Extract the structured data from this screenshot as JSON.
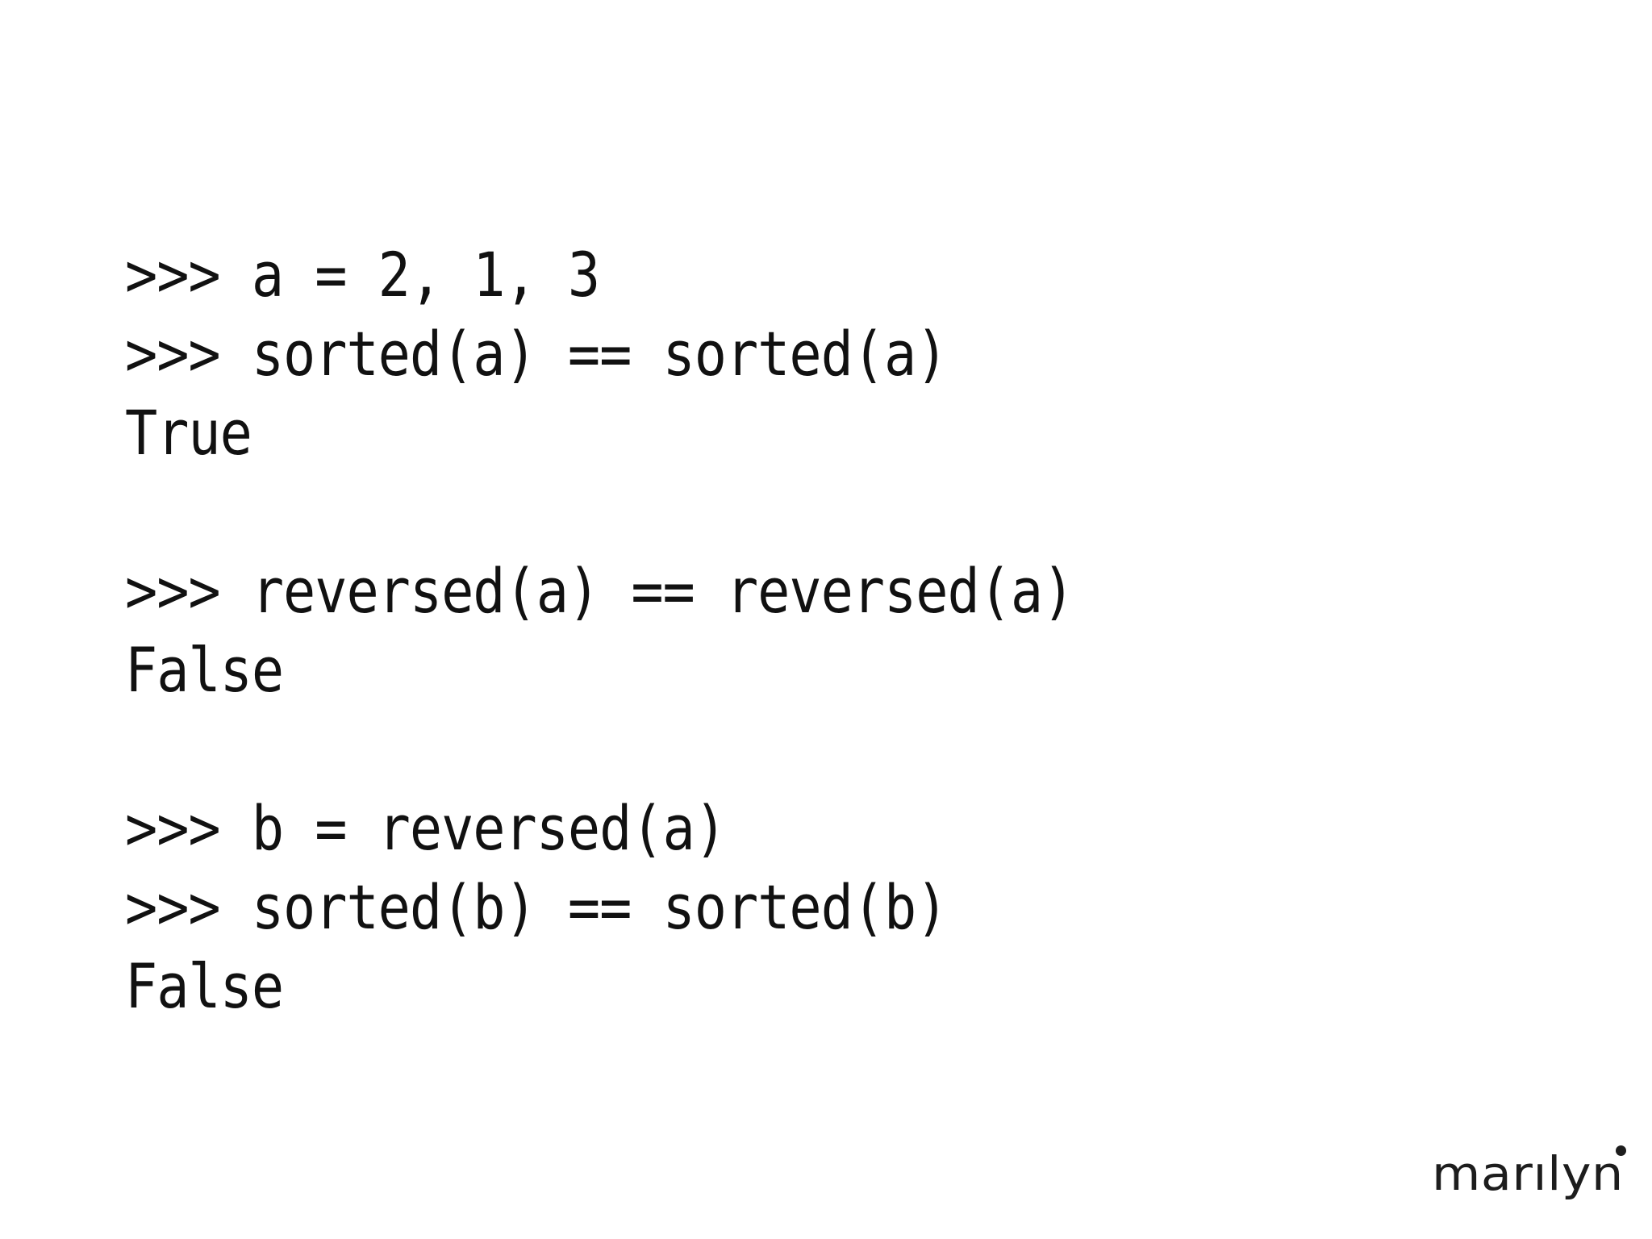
{
  "slide": {
    "background_color": "#ffffff",
    "text_color": "#111111"
  },
  "code": {
    "language": "python-repl",
    "lines": [
      ">>> a = 2, 1, 3",
      ">>> sorted(a) == sorted(a)",
      "True",
      "",
      ">>> reversed(a) == reversed(a)",
      "False",
      "",
      ">>> b = reversed(a)",
      ">>> sorted(b) == sorted(b)",
      "False"
    ]
  },
  "brand": {
    "wordmark": "marılyn",
    "dot_color": "#1d1d1d",
    "wordmark_color": "#1d1d1d"
  }
}
